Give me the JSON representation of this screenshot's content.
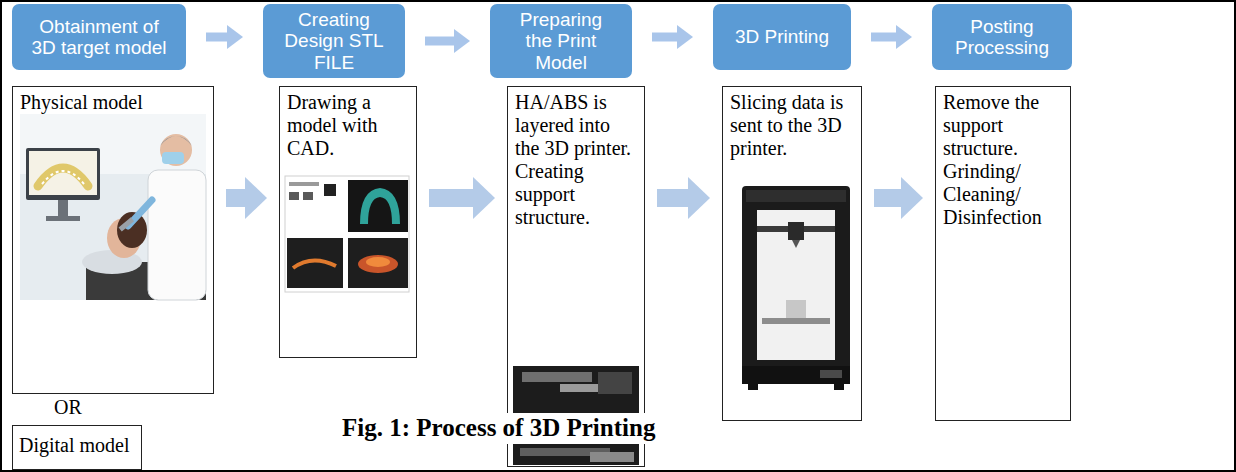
{
  "diagram": {
    "caption": "Fig. 1: Process of 3D Printing",
    "nodes": [
      {
        "text": [
          "Obtainment of 3D target model"
        ]
      },
      {
        "text": [
          "Creating Design STL FILE"
        ]
      },
      {
        "text": [
          "Preparing the Print Model"
        ]
      },
      {
        "text": [
          "3D Printing"
        ]
      },
      {
        "text": [
          "Posting Processing"
        ]
      },
      {
        "text": [
          "Physical model"
        ]
      },
      {
        "text": [
          "Drawing a model with CAD."
        ]
      },
      {
        "text": [
          "HA/ABS is layered into the 3D printer. Creating support structure."
        ]
      },
      {
        "text": [
          "Slicing data is sent to the 3D printer."
        ]
      },
      {
        "text": [
          "Remove the support structure. Grinding/ Cleaning/ Disinfection"
        ]
      },
      {
        "text": [
          "Digital model"
        ]
      }
    ],
    "edges": [
      {
        "from": 0,
        "to": 1,
        "arrow": "to"
      },
      {
        "from": 1,
        "to": 2,
        "arrow": "to"
      },
      {
        "from": 2,
        "to": 3,
        "arrow": "to"
      },
      {
        "from": 3,
        "to": 4,
        "arrow": "to"
      },
      {
        "from": 5,
        "to": 6,
        "arrow": "to"
      },
      {
        "from": 6,
        "to": 7,
        "arrow": "to"
      },
      {
        "from": 7,
        "to": 8,
        "arrow": "to"
      },
      {
        "from": 8,
        "to": 9,
        "arrow": "to"
      }
    ],
    "labels": [
      "OR"
    ]
  }
}
